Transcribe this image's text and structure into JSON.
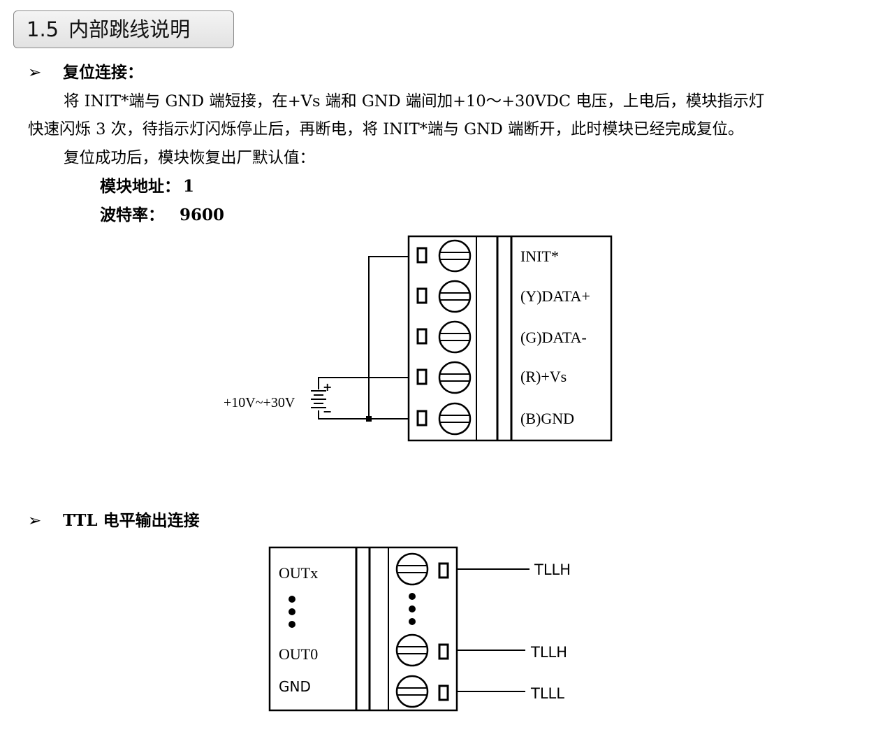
{
  "section": {
    "number": "1.5",
    "title": "内部跳线说明"
  },
  "reset": {
    "bullet": "➢",
    "heading": "复位连接：",
    "line1": "将 INIT*端与 GND 端短接，在+Vs 端和 GND 端间加+10～+30VDC 电压，上电后，模块指示灯",
    "line2": "快速闪烁 3 次，待指示灯闪烁停止后，再断电，将 INIT*端与 GND 端断开，此时模块已经完成复位。",
    "line3": "复位成功后，模块恢复出厂默认值：",
    "address_label": "模块地址：",
    "address_value": "1",
    "baud_label": "波特率：",
    "baud_value": "9600"
  },
  "diagram1": {
    "terminals": [
      "INIT*",
      "(Y)DATA+",
      "(G)DATA-",
      "(R)+Vs",
      "(B)GND"
    ],
    "supply_label": "+10V~+30V",
    "plus": "+",
    "minus": "−"
  },
  "ttl": {
    "bullet": "➢",
    "heading": "TTL 电平输出连接"
  },
  "diagram2": {
    "labels": [
      "OUTx",
      "OUT0",
      "GND"
    ],
    "outputs": [
      "TLLH",
      "TLLH",
      "TLLL"
    ]
  }
}
